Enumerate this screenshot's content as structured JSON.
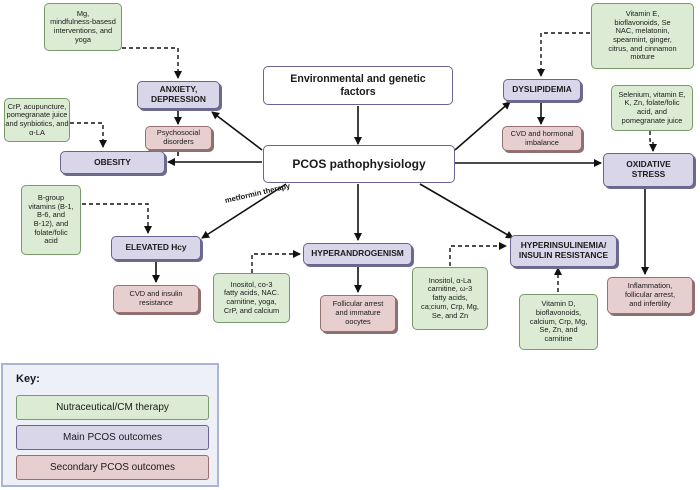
{
  "nodes": {
    "env": "Environmental and genetic\nfactors",
    "pcos": "PCOS pathophysiology",
    "anxiety": "ANXIETY,\nDEPRESSION",
    "obesity": "OBESITY",
    "dyslipidemia": "DYSLIPIDEMIA",
    "oxidative": "OXIDATIVE\nSTRESS",
    "hcy": "ELEVATED Hcy",
    "hyperandrogenism": "HYPERANDROGENISM",
    "hyperinsulinemia": "HYPERINSULINEMIA/\nINSULIN RESISTANCE",
    "psychosocial": "Psychosocial\ndisorders",
    "cvd_hormonal": "CVD and hormonal\nimbalance",
    "cvd_insulin": "CVD and insulin\nresistance",
    "follicular": "Follicular arrest\nand immature\noocytes",
    "inflammation": "Inflammation,\nfollicular arrest,\nand infertility",
    "mg": "Mg,\nmindfulness-basesd\ninterventions, and\nyoga",
    "crp": "CrP, acupuncture,\npomegranate juice\nand synbiotics, and\nα-LA",
    "bgroup": "B-group\nvitamins (B-1,\nB-6, and\nB-12), and\nfolate/folic\nacid",
    "inositol_co3": "Inositol, co-3\nfatty acids, NAC.\ncarnitine, yoga,\nCrP, and calcium",
    "inositol_ala": "Inositol, α-La\ncarnitine, ω-3\nfatty acids,\nca;cium, Crp, Mg,\nSe, and Zn",
    "vitd": "Vitamin D,\nbioflavonoids,\ncalcium, Crp, Mg,\nSe, Zn, and\ncarnitine",
    "vite": "Vitamin E,\nbioflavonoids, Se\nNAC, melatonin,\nspearmint, ginger,\ncitrus, and cinnamon\nmixture",
    "selenium": "Selenium, vitamin E,\nK, Zn, folate/folic\nacid, and\npomegranate juice"
  },
  "edge_label": "metformin therapy",
  "key": {
    "title": "Key:",
    "items": [
      "Nutraceutical/CM therapy",
      "Main PCOS outcomes",
      "Secondary PCOS outcomes"
    ]
  }
}
